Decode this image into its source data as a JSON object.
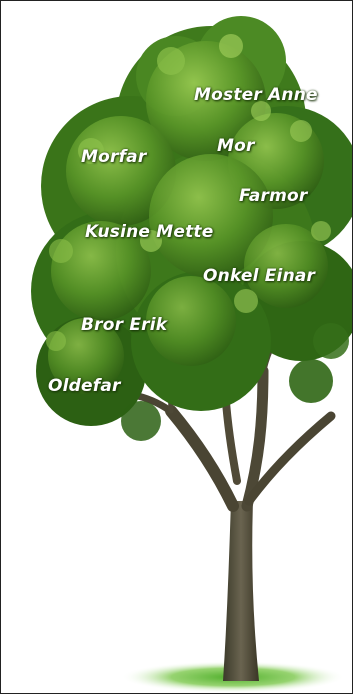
{
  "family_tree": {
    "names": [
      "Moster Anne",
      "Mor",
      "Morfar",
      "Farmor",
      "Kusine Mette",
      "Onkel Einar",
      "Bror Erik",
      "Oldefar"
    ]
  },
  "colors": {
    "foliage_dark": "#2f5f14",
    "foliage_mid": "#4d8a24",
    "foliage_light": "#8fc24a",
    "trunk": "#4f4a38",
    "grass": "#5fb833",
    "label_text": "#ffffff",
    "frame_border": "#222222"
  }
}
